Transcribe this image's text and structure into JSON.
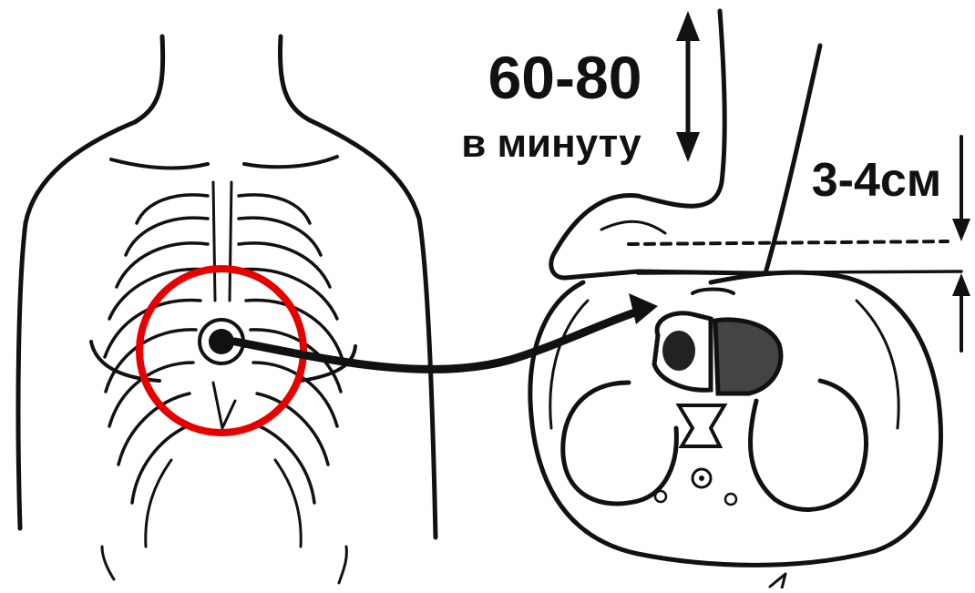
{
  "rate_value": "60-80",
  "rate_unit": "в минуту",
  "depth_label": "3-4см",
  "colors": {
    "ink": "#111111",
    "highlight": "#e60000",
    "background": "#ffffff"
  },
  "icons": [
    "up-down-arrow-icon",
    "depth-arrows-icon",
    "direction-arrow-icon"
  ]
}
